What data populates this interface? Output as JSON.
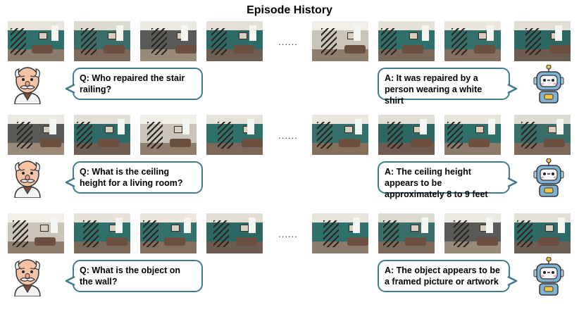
{
  "title": "Episode History",
  "ellipsis": "......",
  "rows": [
    {
      "question": "Q: Who repaired the stair railing?",
      "answer": "A: It was repaired by a person wearing a white shirt"
    },
    {
      "question": "Q: What is the ceiling height for a living room?",
      "answer": "A: The ceiling height  appears to be approximately 8 to 9 feet"
    },
    {
      "question": "Q: What is the object on the wall?",
      "answer": "A: The object  appears to be a framed picture or artwork"
    }
  ],
  "icons": {
    "human": "old-man-avatar-icon",
    "robot": "robot-avatar-icon"
  },
  "colors": {
    "bubble_border": "#3f7d8c",
    "teal_wall": "#2f6f6c",
    "robot_body": "#7fb3d5"
  }
}
